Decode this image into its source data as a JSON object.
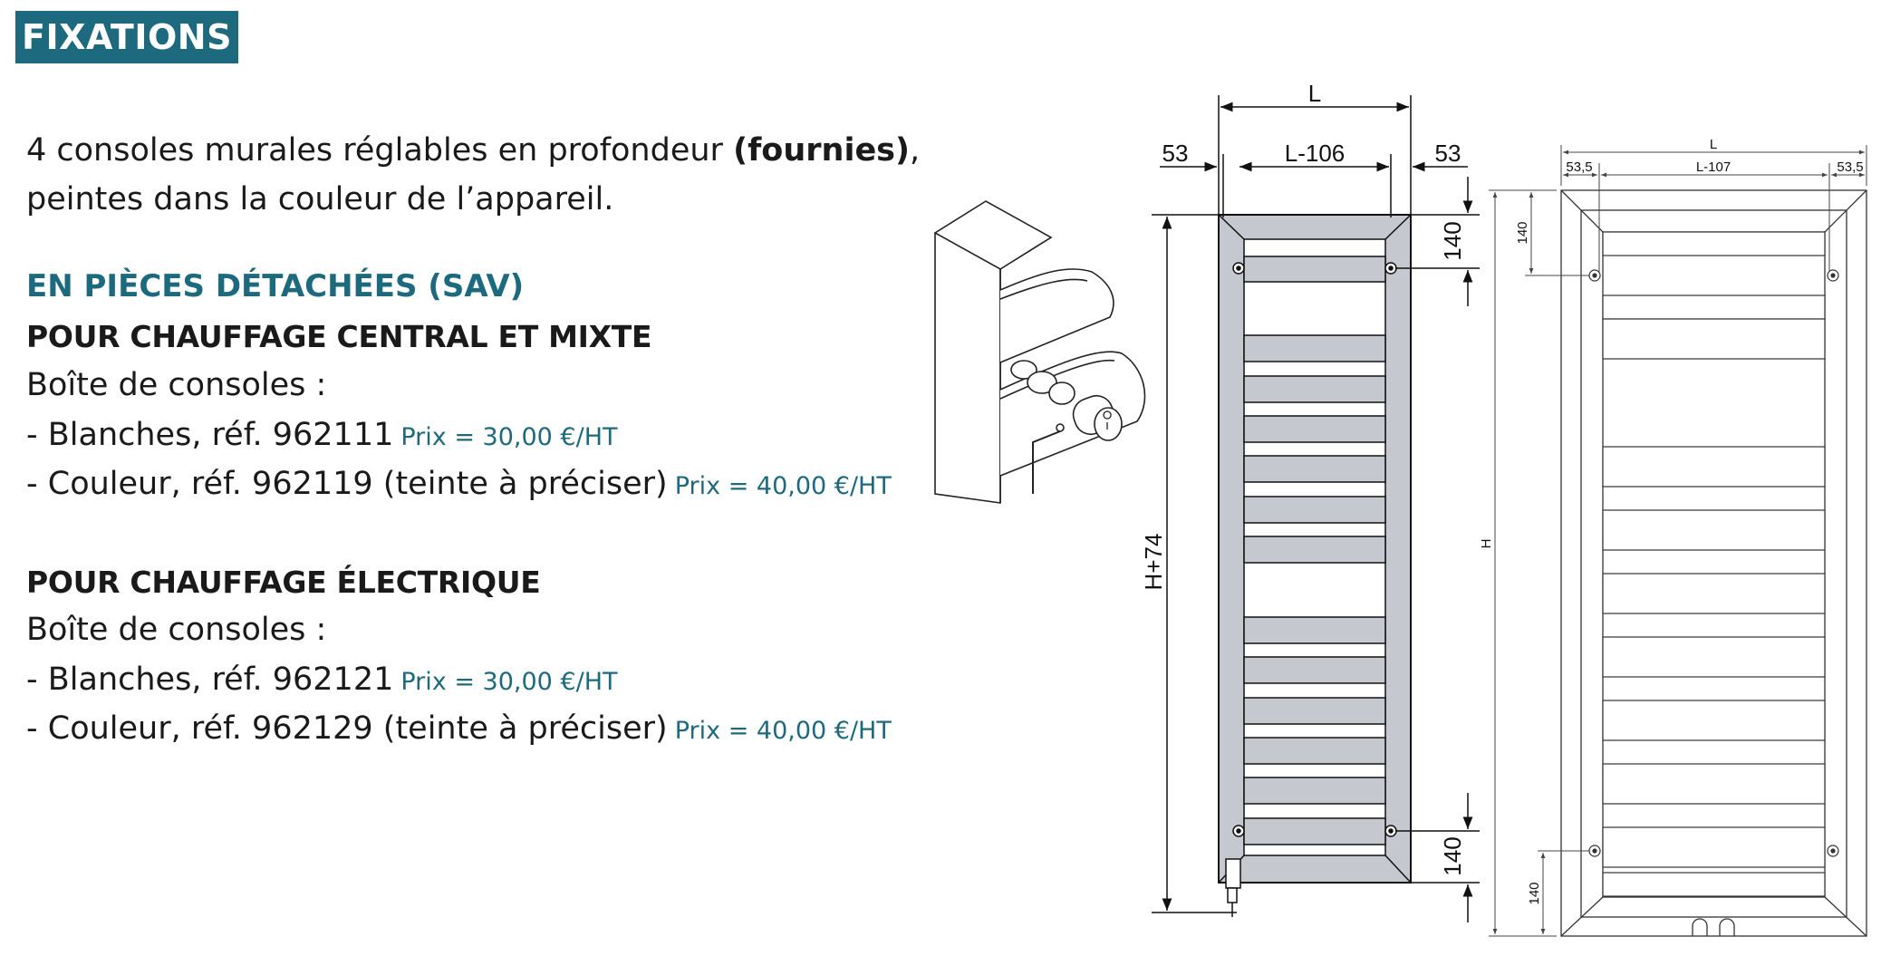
{
  "header": {
    "title": "FIXATIONS"
  },
  "intro": {
    "part1": "4 consoles murales réglables en profondeur ",
    "bold": "(fournies)",
    "part2": ",",
    "line2": "peintes dans la couleur de l’appareil."
  },
  "spare_parts": {
    "heading": "EN PIÈCES DÉTACHÉES (SAV)",
    "central": {
      "heading": "POUR CHAUFFAGE CENTRAL ET MIXTE",
      "box": "Boîte de consoles :",
      "items": [
        {
          "label": "- Blanches, réf. 962111",
          "price": "Prix = 30,00 €/HT"
        },
        {
          "label": "- Couleur, réf. 962119 (teinte à préciser)",
          "price": "Prix = 40,00 €/HT"
        }
      ]
    },
    "electric": {
      "heading": "POUR CHAUFFAGE ÉLECTRIQUE",
      "box": "Boîte de consoles :",
      "items": [
        {
          "label": "- Blanches, réf. 962121",
          "price": "Prix = 30,00 €/HT"
        },
        {
          "label": "- Couleur, réf. 962129 (teinte à préciser)",
          "price": "Prix = 40,00 €/HT"
        }
      ]
    }
  },
  "drawing1": {
    "width": "L",
    "side_left": "53",
    "inner": "L-106",
    "side_right": "53",
    "height": "H+74",
    "top_offset": "140",
    "bottom_offset": "140"
  },
  "drawing2": {
    "width": "L",
    "side_left": "53,5",
    "inner": "L-107",
    "side_right": "53,5",
    "height": "H",
    "top_offset": "140",
    "bottom_offset": "140"
  },
  "colors": {
    "accent": "#1d6a7e",
    "frame_gray": "#c5c9cf"
  }
}
